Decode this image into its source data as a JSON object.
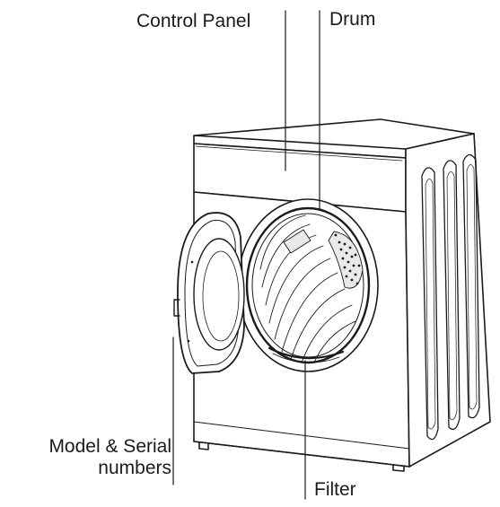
{
  "labels": {
    "control_panel": "Control Panel",
    "drum": "Drum",
    "model_serial_line1": "Model & Serial",
    "model_serial_line2": "numbers",
    "filter": "Filter"
  },
  "colors": {
    "line": "#1a1a1a",
    "fill": "#ffffff",
    "shade": "#e9e9e9"
  }
}
